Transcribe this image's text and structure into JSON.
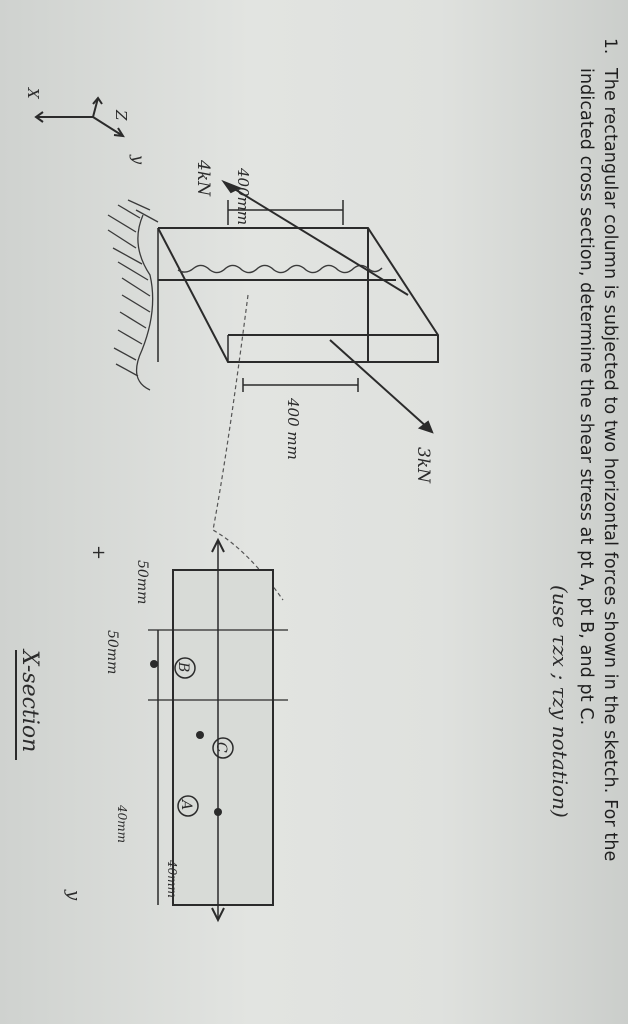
{
  "problem": {
    "number": "1.",
    "line1": "The rectangular column is subjected to two horizontal forces shown in the sketch. For the",
    "line2": "indicated cross section, determine the shear stress at pt A, pt B, and pt C."
  },
  "sketch": {
    "axis_x": "X",
    "axis_y": "y",
    "axis_z": "Z",
    "force_left": "4kN",
    "force_right": "3kN",
    "dim_top": "400mm",
    "dim_bottom": "400 mm",
    "note": "(use τzx ; τzy notation)",
    "cross_section": {
      "label": "X-section",
      "axis_plus": "+",
      "axis_y": "y",
      "dim_a": "50mm",
      "dim_b": "50mm",
      "dim_c": "40mm",
      "dim_d": "40mm",
      "point_a": "A",
      "point_b": "B",
      "point_c": "C"
    }
  }
}
